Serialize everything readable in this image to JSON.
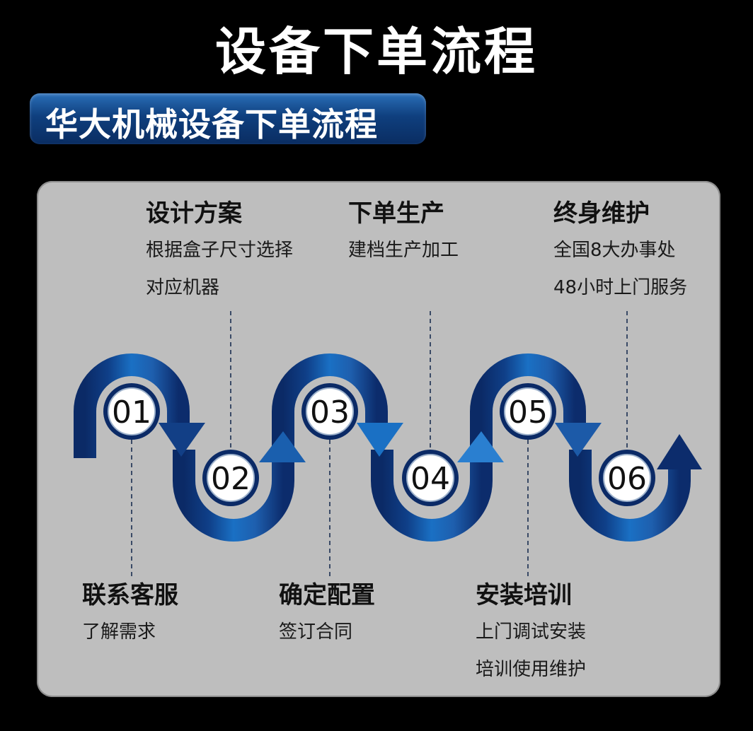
{
  "title": "设备下单流程",
  "banner": "华大机械设备下单流程",
  "steps": [
    {
      "num": "01",
      "title": "联系客服",
      "lines": [
        "了解需求"
      ]
    },
    {
      "num": "02",
      "title": "设计方案",
      "lines": [
        "根据盒子尺寸选择",
        "对应机器"
      ]
    },
    {
      "num": "03",
      "title": "确定配置",
      "lines": [
        "签订合同"
      ]
    },
    {
      "num": "04",
      "title": "下单生产",
      "lines": [
        "建档生产加工"
      ]
    },
    {
      "num": "05",
      "title": "安装培训",
      "lines": [
        "上门调试安装",
        "培训使用维护"
      ]
    },
    {
      "num": "06",
      "title": "终身维护",
      "lines": [
        "全国8大办事处",
        "48小时上门服务"
      ]
    }
  ],
  "colors": {
    "background": "#000000",
    "panel": "#bebebe",
    "ribbon_dark": "#0b2a66",
    "ribbon_mid": "#1565b8",
    "ribbon_light": "#2f8ad8"
  }
}
